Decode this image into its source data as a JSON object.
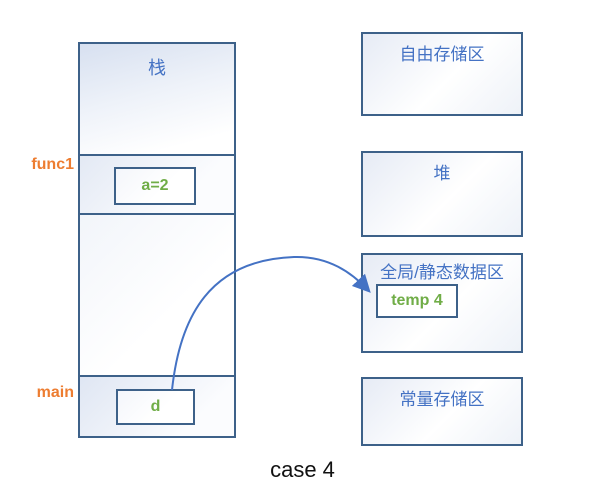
{
  "caption": "case 4",
  "colors": {
    "accent_blue": "#4472C4",
    "border_blue": "#3d6189",
    "label_orange": "#ED7D31",
    "value_green": "#70AD47",
    "arrow_blue": "#4472C4"
  },
  "stack": {
    "label": "栈",
    "frames": [
      {
        "name": "func1",
        "variable": "a=2"
      },
      {
        "name": "main",
        "variable": "d"
      }
    ]
  },
  "regions": [
    {
      "label": "自由存储区"
    },
    {
      "label": "堆"
    },
    {
      "label": "全局/静态数据区",
      "variable": "temp 4"
    },
    {
      "label": "常量存储区"
    }
  ],
  "arrow": {
    "from": "d",
    "to": "temp 4"
  }
}
